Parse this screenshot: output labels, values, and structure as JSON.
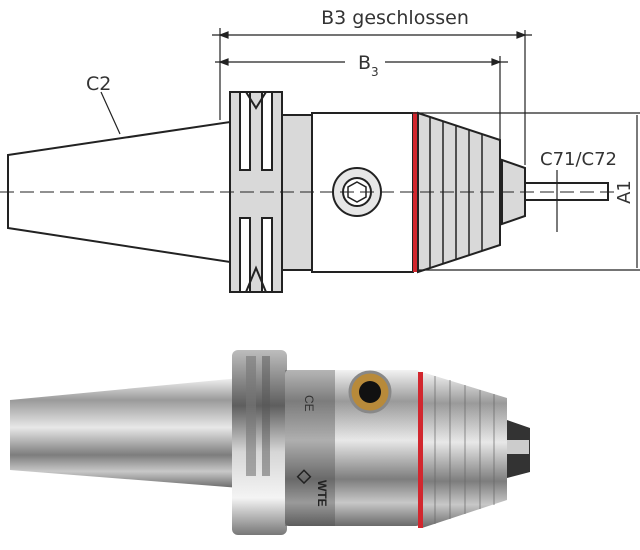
{
  "drawing": {
    "dim_closed_label": "B3 geschlossen",
    "dim_b3_main": "B",
    "dim_b3_sub": "3",
    "taper_label": "C2",
    "shank_label": "C71/C72",
    "diameter_label": "A1"
  },
  "photo": {
    "brand_logo_text": "WTE",
    "ce_mark": "CE"
  },
  "colors": {
    "red_ring": "#d2272e",
    "line": "#222222",
    "fill": "#d9d9d9"
  }
}
